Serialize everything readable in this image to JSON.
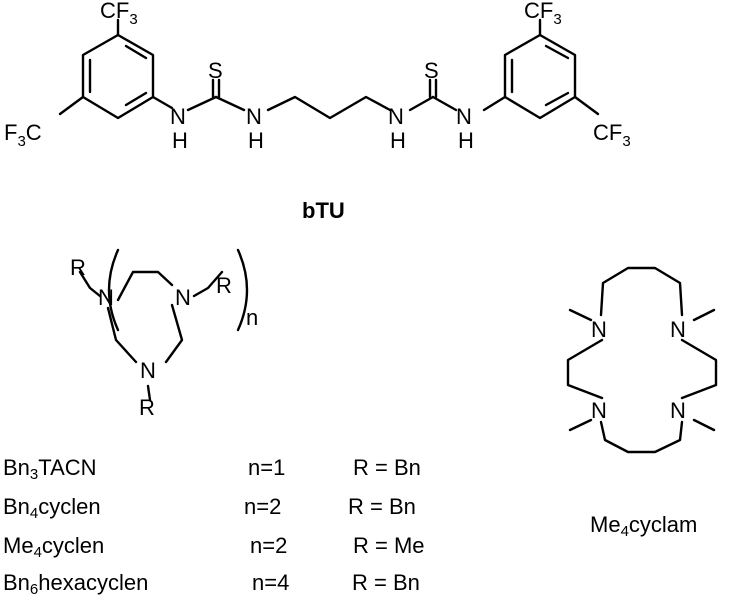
{
  "btu": {
    "name": "bTU",
    "thione_atom": "S",
    "nh_atom_n": "N",
    "nh_atom_h": "H",
    "cf3_prefix": "CF",
    "cf3_sub": "3",
    "f3c_prefix": "F",
    "f3c_sub": "3",
    "f3c_suffix": "C"
  },
  "macrocycle": {
    "n_atom": "N",
    "r_group": "R",
    "repeat_index": "n"
  },
  "me4cyclam": {
    "n_atom": "N",
    "name_prefix": "Me",
    "name_sub": "4",
    "name_suffix": "cyclam"
  },
  "compounds": [
    {
      "name_prefix": "Bn",
      "name_sub": "3",
      "name_suffix": "TACN",
      "n_value": "n=1",
      "r_value": "R = Bn"
    },
    {
      "name_prefix": "Bn",
      "name_sub": "4",
      "name_suffix": "cyclen",
      "n_value": "n=2",
      "r_value": "R = Bn"
    },
    {
      "name_prefix": "Me",
      "name_sub": "4",
      "name_suffix": "cyclen",
      "n_value": "n=2",
      "r_value": "R = Me"
    },
    {
      "name_prefix": "Bn",
      "name_sub": "6",
      "name_suffix": "hexacyclen",
      "n_value": "n=4",
      "r_value": "R = Bn"
    }
  ]
}
